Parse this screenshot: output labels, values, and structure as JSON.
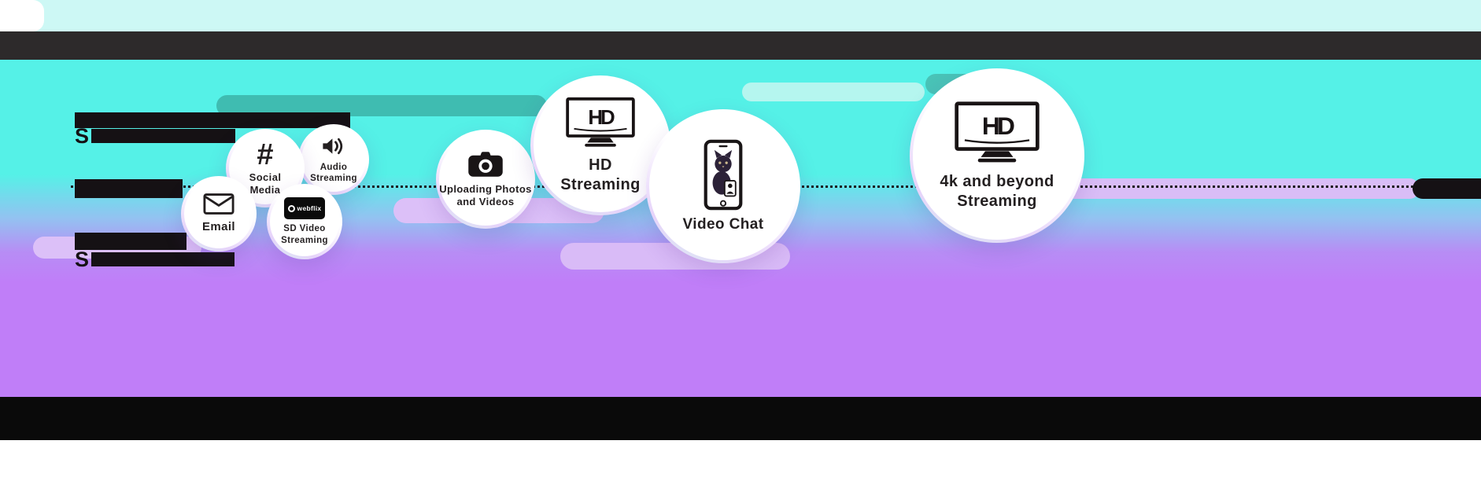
{
  "page": {
    "type": "internet-speed-activities-infographic"
  },
  "colors": {
    "top_strip": "#cdf8f5",
    "header_bar": "#2d2a2b",
    "background_cyan": "#55f1e7",
    "background_purple": "#c07ef8",
    "footer_bar": "#0a0a0a",
    "teal_pill": "#3fbcb1",
    "cyan_pill": "#b5f6ef",
    "lavender_pill": "#dcc0f8",
    "label_text": "#231f20"
  },
  "icons": {
    "hashtag": "#"
  },
  "redacted": {
    "prefix_top": "S",
    "prefix_bottom": "S"
  },
  "bubbles": [
    {
      "label": "Email"
    },
    {
      "label": "Social Media"
    },
    {
      "label": "Audio Streaming"
    },
    {
      "label": "SD Video Streaming",
      "brand": "webflix"
    },
    {
      "label": "Uploading Photos and Videos"
    },
    {
      "label": "HD Streaming",
      "tv_logo": "HD"
    },
    {
      "label": "Video Chat"
    },
    {
      "label": "4k and beyond Streaming",
      "tv_logo": "HD"
    }
  ]
}
